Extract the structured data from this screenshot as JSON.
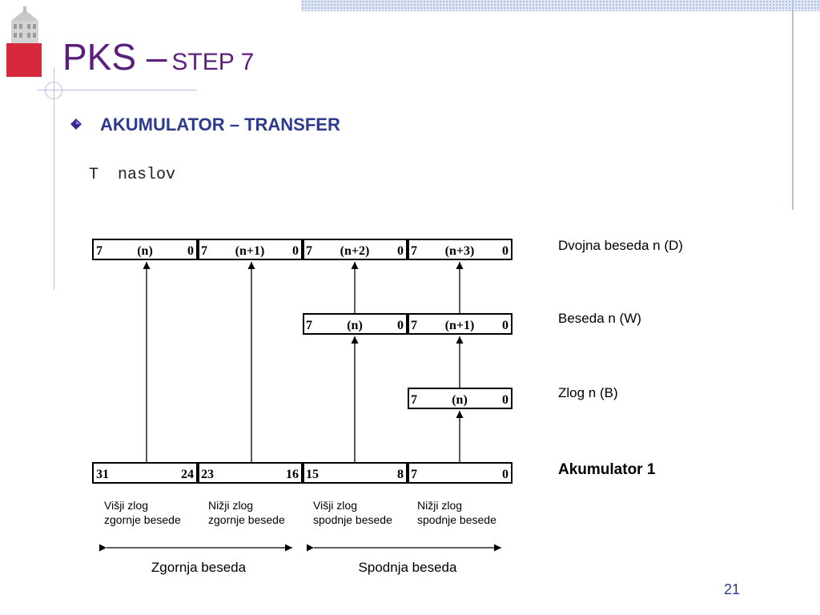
{
  "title": {
    "main": "PKS –",
    "sub": "STEP 7"
  },
  "bullet": {
    "text": "AKUMULATOR – TRANSFER"
  },
  "code_line": "T  naslov",
  "diagram": {
    "rows": [
      {
        "label": "Dvojna beseda n (D)",
        "cells": [
          {
            "left": "7",
            "middle": "(n)",
            "right": "0"
          },
          {
            "left": "7",
            "middle": "(n+1)",
            "right": "0"
          },
          {
            "left": "7",
            "middle": "(n+2)",
            "right": "0"
          },
          {
            "left": "7",
            "middle": "(n+3)",
            "right": "0"
          }
        ]
      },
      {
        "label": "Beseda n (W)",
        "cells": [
          {
            "left": "7",
            "middle": "(n)",
            "right": "0"
          },
          {
            "left": "7",
            "middle": "(n+1)",
            "right": "0"
          }
        ]
      },
      {
        "label": "Zlog n (B)",
        "cells": [
          {
            "left": "7",
            "middle": "(n)",
            "right": "0"
          }
        ]
      },
      {
        "label": "Akumulator 1",
        "cells": [
          {
            "left": "31",
            "middle": "",
            "right": "24"
          },
          {
            "left": "23",
            "middle": "",
            "right": "16"
          },
          {
            "left": "15",
            "middle": "",
            "right": "8"
          },
          {
            "left": "7",
            "middle": "",
            "right": "0"
          }
        ]
      }
    ],
    "byte_captions": [
      {
        "line1": "Višji zlog",
        "line2": "zgornje besede"
      },
      {
        "line1": "Nižji zlog",
        "line2": "zgornje besede"
      },
      {
        "line1": "Višji zlog",
        "line2": "spodnje besede"
      },
      {
        "line1": "Nižji zlog",
        "line2": "spodnje besede"
      }
    ],
    "word_captions": [
      "Zgornja beseda",
      "Spodnja beseda"
    ]
  },
  "page_number": "21"
}
